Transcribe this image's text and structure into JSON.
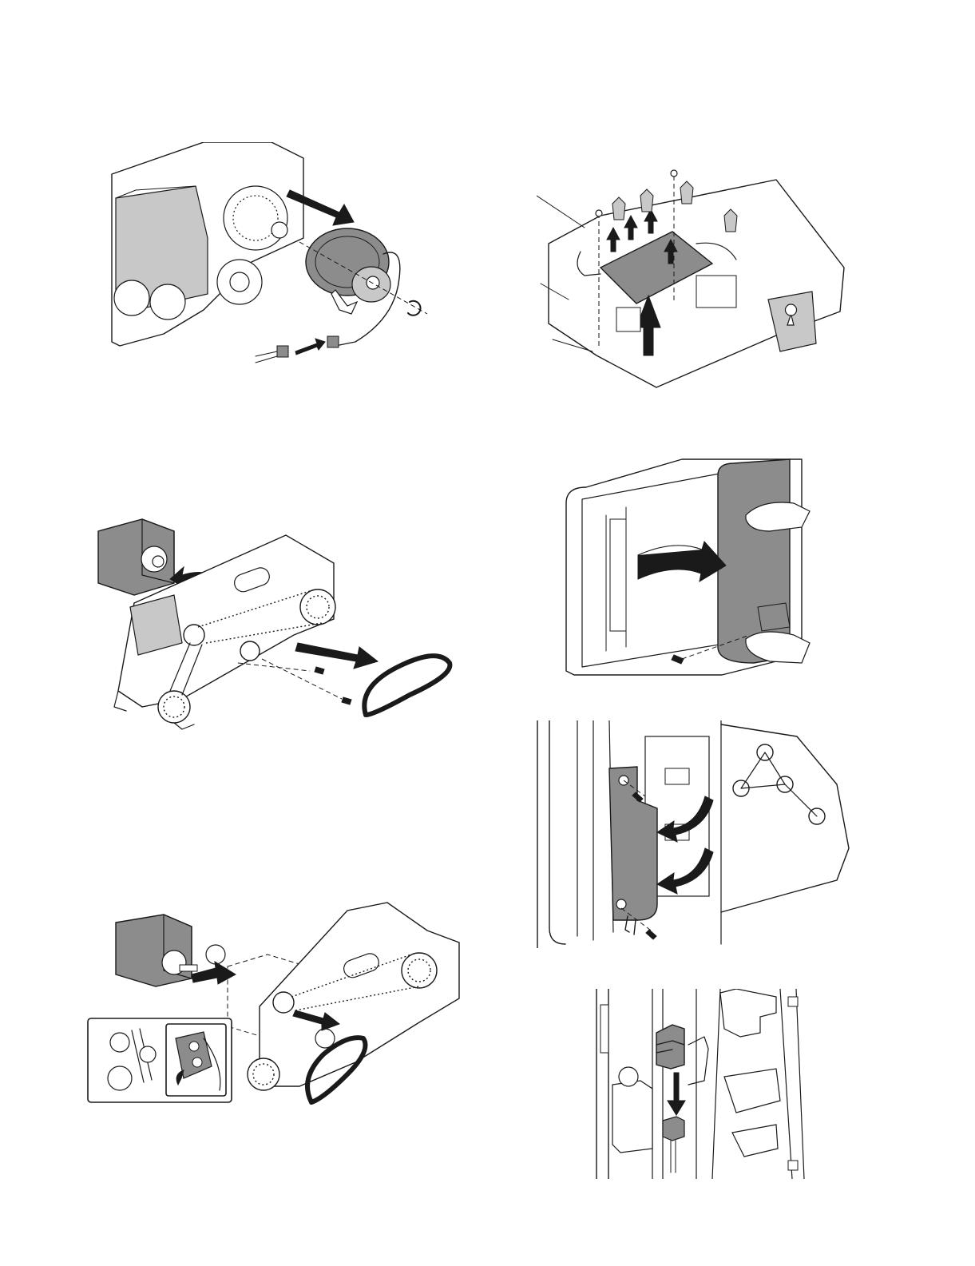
{
  "figures": [
    {
      "id": "fan-motor-removal"
    },
    {
      "id": "pwb-unit-removal"
    },
    {
      "id": "belt-motor-removal"
    },
    {
      "id": "rear-cover-open"
    },
    {
      "id": "motor-installation"
    },
    {
      "id": "shield-plate-removal"
    },
    {
      "id": "connector-disconnect"
    }
  ],
  "colors": {
    "line": "#1a1a1a",
    "part_fill": "#8c8c8c",
    "light_fill": "#c8c8c8",
    "background": "#ffffff"
  }
}
